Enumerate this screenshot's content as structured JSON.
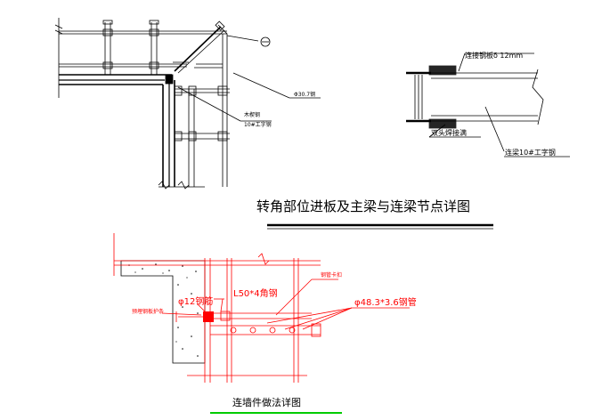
{
  "top_detail": {
    "title": "转角部位进板及主梁与连梁节点详图",
    "label_pipe": "Φ30.7钢",
    "label_steel_line1": "木楔钢",
    "label_steel_line2": "10#工字钢",
    "label_plate": "连接钢板δ 12mm",
    "label_weld": "双头焊接满",
    "label_beam": "连梁10#工字钢"
  },
  "bottom_detail": {
    "caption": "连墙件做法详图",
    "label_rebar": "φ12钢筋",
    "label_angle": "L50*4角钢",
    "label_pipe": "φ48.3*3.6钢管",
    "label_clamp": "钢管卡扣",
    "label_embed": "预埋钢板护条"
  },
  "colors": {
    "line": "#000000",
    "red": "#ff0000",
    "underline_green": "#00cc00"
  }
}
